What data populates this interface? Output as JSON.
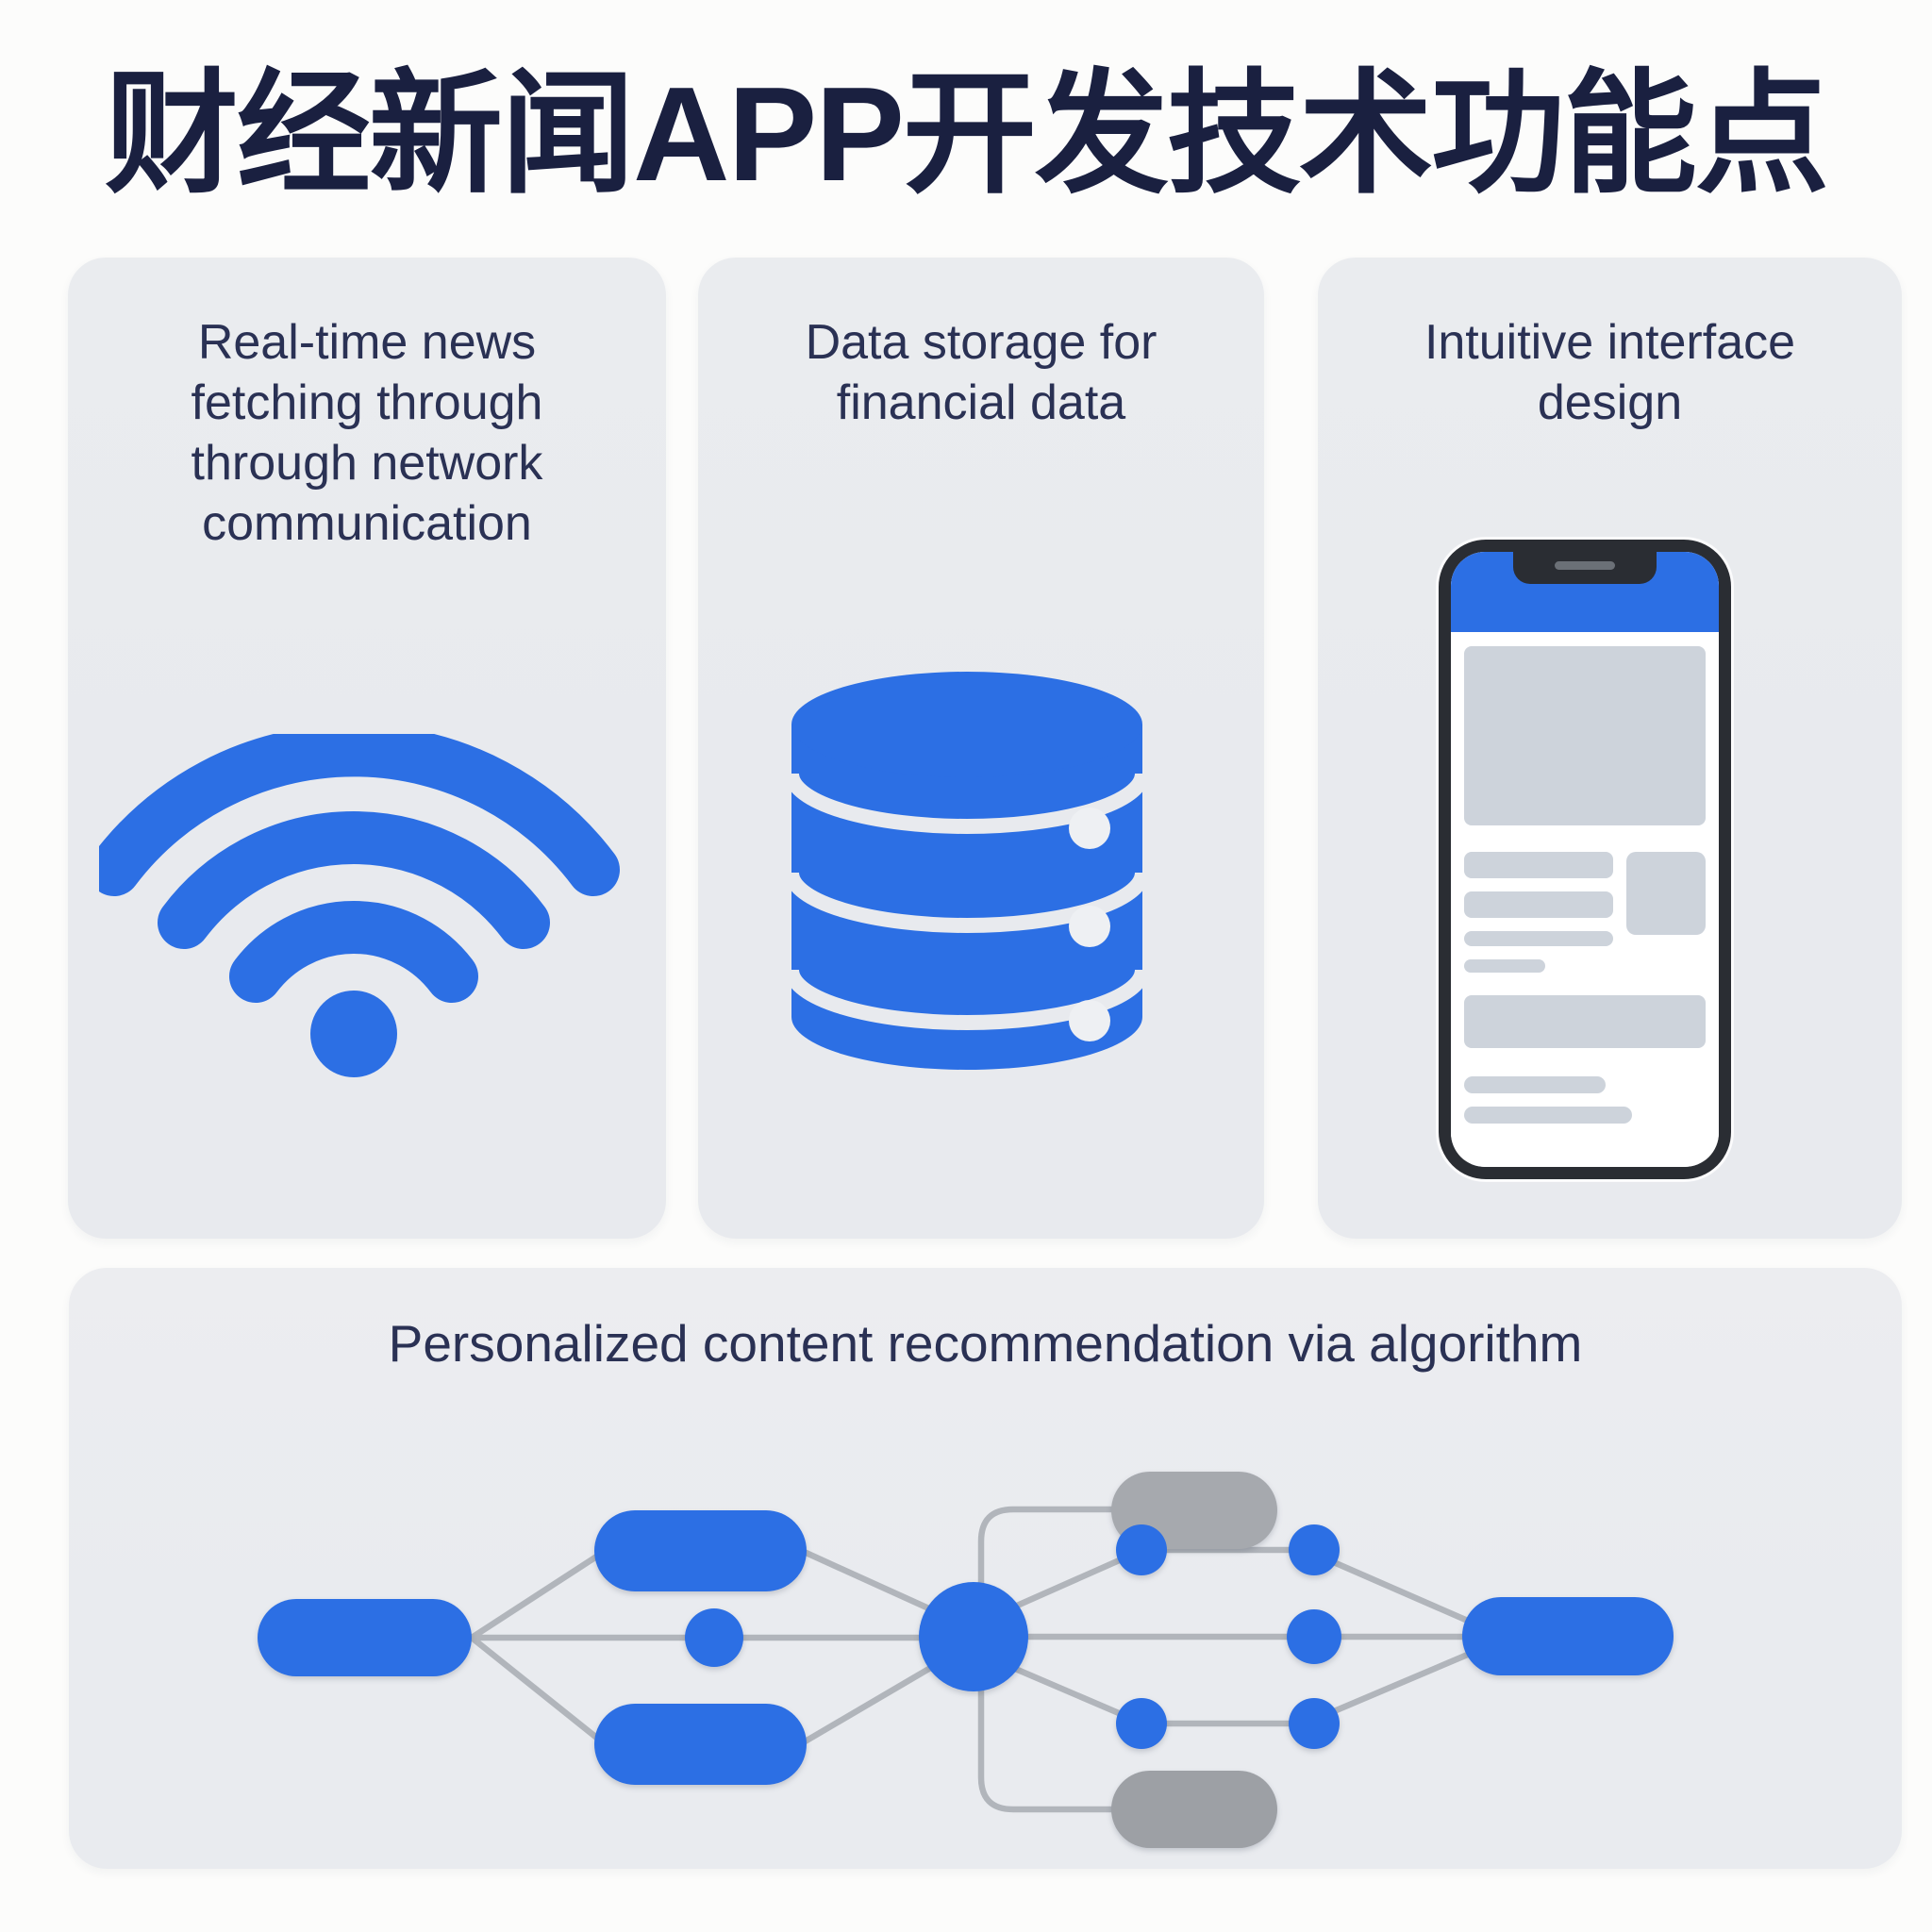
{
  "title": "财经新闻APP开发技术功能点",
  "cards": [
    {
      "id": "realtime-news",
      "icon": "wifi-icon",
      "lines": [
        "Real-time news",
        "fetching through",
        "through network",
        "communication"
      ]
    },
    {
      "id": "data-storage",
      "icon": "database-icon",
      "lines": [
        "Data storage for",
        "financial data"
      ]
    },
    {
      "id": "interface-design",
      "icon": "smartphone-icon",
      "lines": [
        "Intuitive interface",
        "design"
      ]
    }
  ],
  "bottom_panel": {
    "label": "Personalized content recommendation via algorithm",
    "icon": "neural-network-diagram"
  },
  "colors": {
    "accent_blue": "#2c6fe4",
    "title_navy": "#1a2040",
    "text_navy": "#2a3154",
    "card_bg": "#e8eaee",
    "panel_bg": "#e9ebef",
    "page_bg": "#fcfcfb",
    "node_gray": "#a6a9ae",
    "node_gray_dark": "#9da0a5",
    "edge_gray": "#b1b5bb",
    "phone_frame": "#2a2d33",
    "phone_block_gray": "#cdd3db",
    "phone_screen": "#ffffff"
  }
}
